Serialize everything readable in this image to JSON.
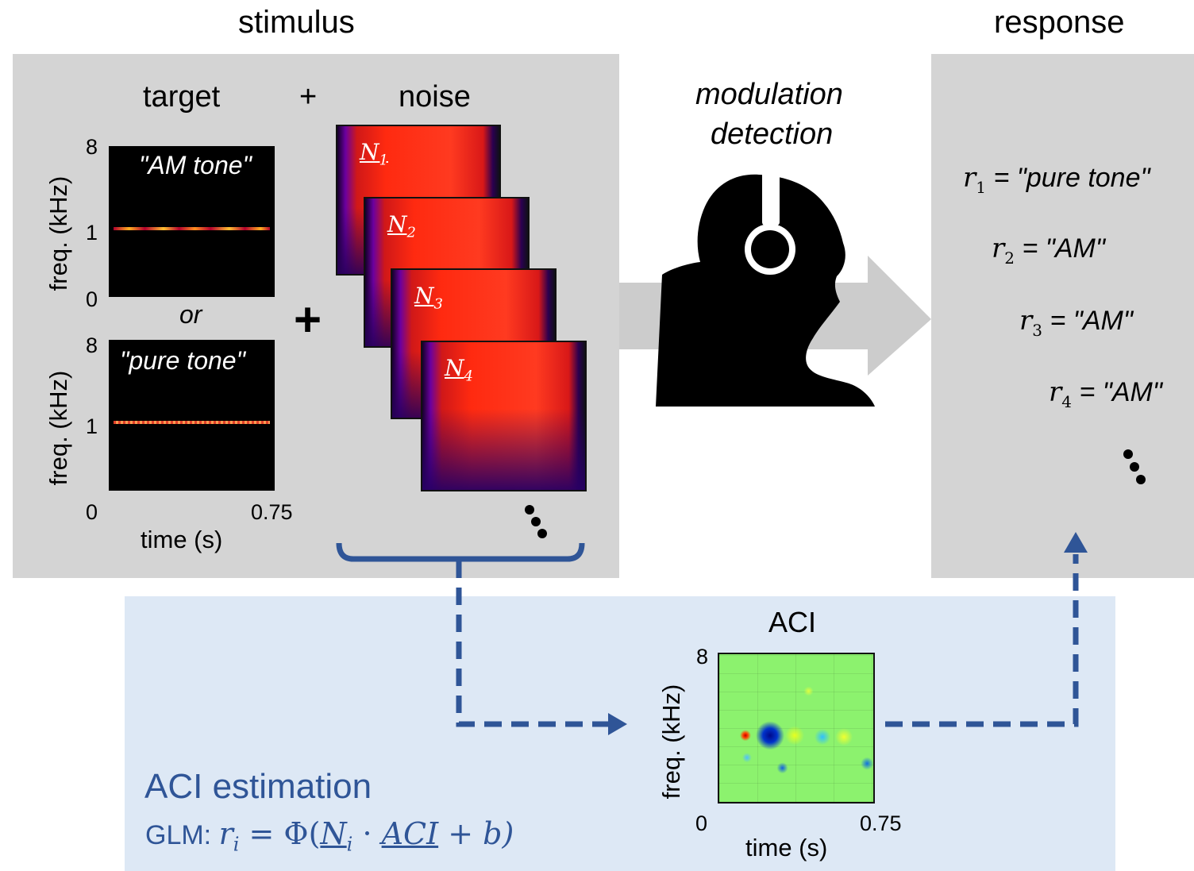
{
  "stimulus_title": "stimulus",
  "response_title": "response",
  "target_label": "target",
  "plus_small": "+",
  "noise_label": "noise",
  "plus_big": "+",
  "or_label": "or",
  "am_tone_label": "\"AM tone\"",
  "pure_tone_label": "\"pure tone\"",
  "freq_axis_label": "freq. (kHz)",
  "time_axis_label": "time (s)",
  "ticks": {
    "y_top": "8",
    "y_mid": "1",
    "y_zero": "0",
    "x_start": "0",
    "x_end": "0.75"
  },
  "noise_items": [
    {
      "base": "N",
      "sub": "1"
    },
    {
      "base": "N",
      "sub": "2"
    },
    {
      "base": "N",
      "sub": "3"
    },
    {
      "base": "N",
      "sub": "4"
    }
  ],
  "task_label_line1": "modulation",
  "task_label_line2": "detection",
  "responses": [
    {
      "var": "r",
      "sub": "1",
      "eq": " = ",
      "value": "\"pure tone\""
    },
    {
      "var": "r",
      "sub": "2",
      "eq": " = ",
      "value": "\"AM\""
    },
    {
      "var": "r",
      "sub": "3",
      "eq": " = ",
      "value": "\"AM\""
    },
    {
      "var": "r",
      "sub": "4",
      "eq": " = ",
      "value": "\"AM\""
    }
  ],
  "aci_title": "ACI",
  "aci_estimation_label": "ACI estimation",
  "glm_prefix": "GLM: ",
  "glm_formula": {
    "r": "r",
    "i": "i",
    "eq": " = Φ(",
    "N": "N",
    "Ni": "i",
    "dot": " · ",
    "aci": "ACI",
    "tail": " + b)"
  },
  "colors": {
    "panel_gray": "#d4d4d4",
    "panel_blue": "#dde8f5",
    "accent_blue": "#2f5597",
    "arrow_gray": "#cccccc",
    "aci_background": "#8cf26e"
  }
}
